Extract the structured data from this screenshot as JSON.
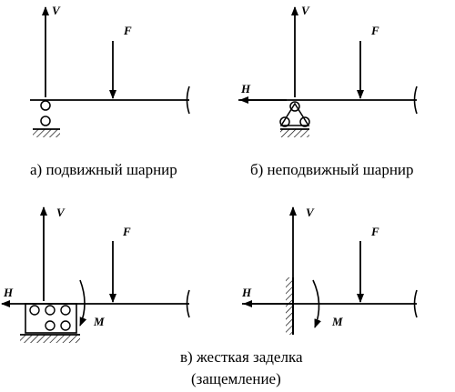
{
  "symbols": {
    "V": "V",
    "F": "F",
    "H": "H",
    "M": "M"
  },
  "captions": {
    "a": "а) подвижный шарнир",
    "b": "б) неподвижный шарнир",
    "c_line1": "в) жесткая заделка",
    "c_line2": "(защемление)"
  }
}
